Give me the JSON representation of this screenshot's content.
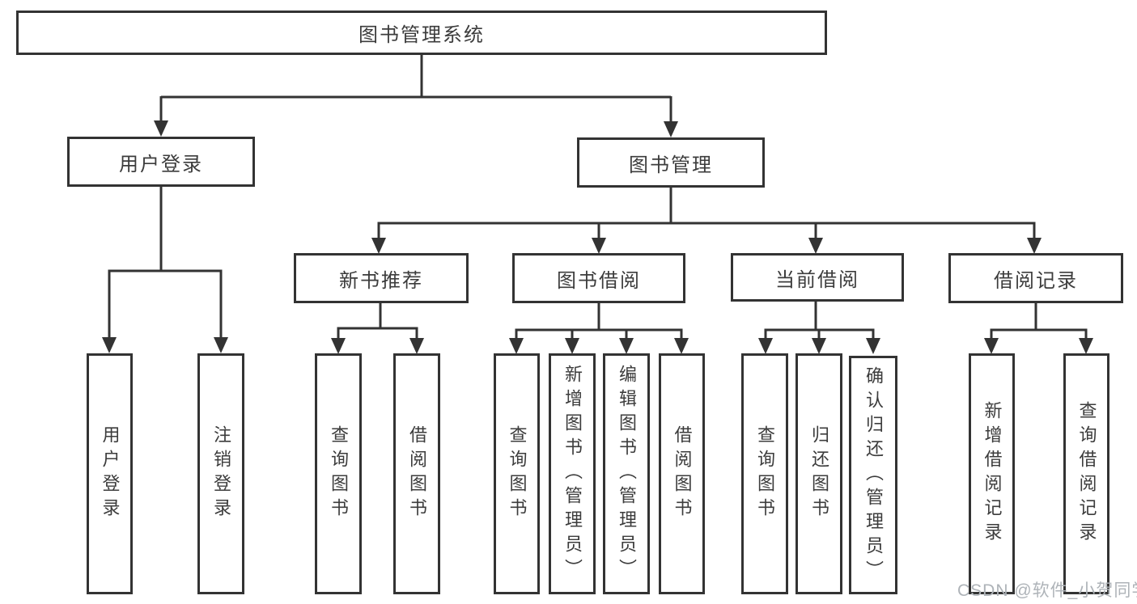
{
  "root": {
    "label": "图书管理系统"
  },
  "user_login_branch": {
    "label": "用户登录",
    "children": {
      "login": {
        "label": "用户登录"
      },
      "logout": {
        "label": "注销登录"
      }
    }
  },
  "book_mgmt_branch": {
    "label": "图书管理",
    "sections": {
      "new_book_rec": {
        "label": "新书推荐",
        "children": {
          "query_books": {
            "label": "查询图书"
          },
          "borrow_books": {
            "label": "借阅图书"
          }
        }
      },
      "book_borrowing": {
        "label": "图书借阅",
        "children": {
          "query_books": {
            "label": "查询图书"
          },
          "add_books": {
            "label": "新增图书（管理员）"
          },
          "edit_books": {
            "label": "编辑图书（管理员）"
          },
          "borrow_books": {
            "label": "借阅图书"
          }
        }
      },
      "current_borrowing": {
        "label": "当前借阅",
        "children": {
          "query_books": {
            "label": "查询图书"
          },
          "return_books": {
            "label": "归还图书"
          },
          "confirm_return": {
            "label": "确认归还（管理员）"
          }
        }
      },
      "borrowing_records": {
        "label": "借阅记录",
        "children": {
          "add_record": {
            "label": "新增借阅记录"
          },
          "query_record": {
            "label": "查询借阅记录"
          }
        }
      }
    }
  },
  "watermark": "CSDN @软件_小贺同学",
  "colors": {
    "line": "#333333",
    "text": "#3c3c3c",
    "watermark": "#aeb3b8",
    "background": "#ffffff"
  }
}
